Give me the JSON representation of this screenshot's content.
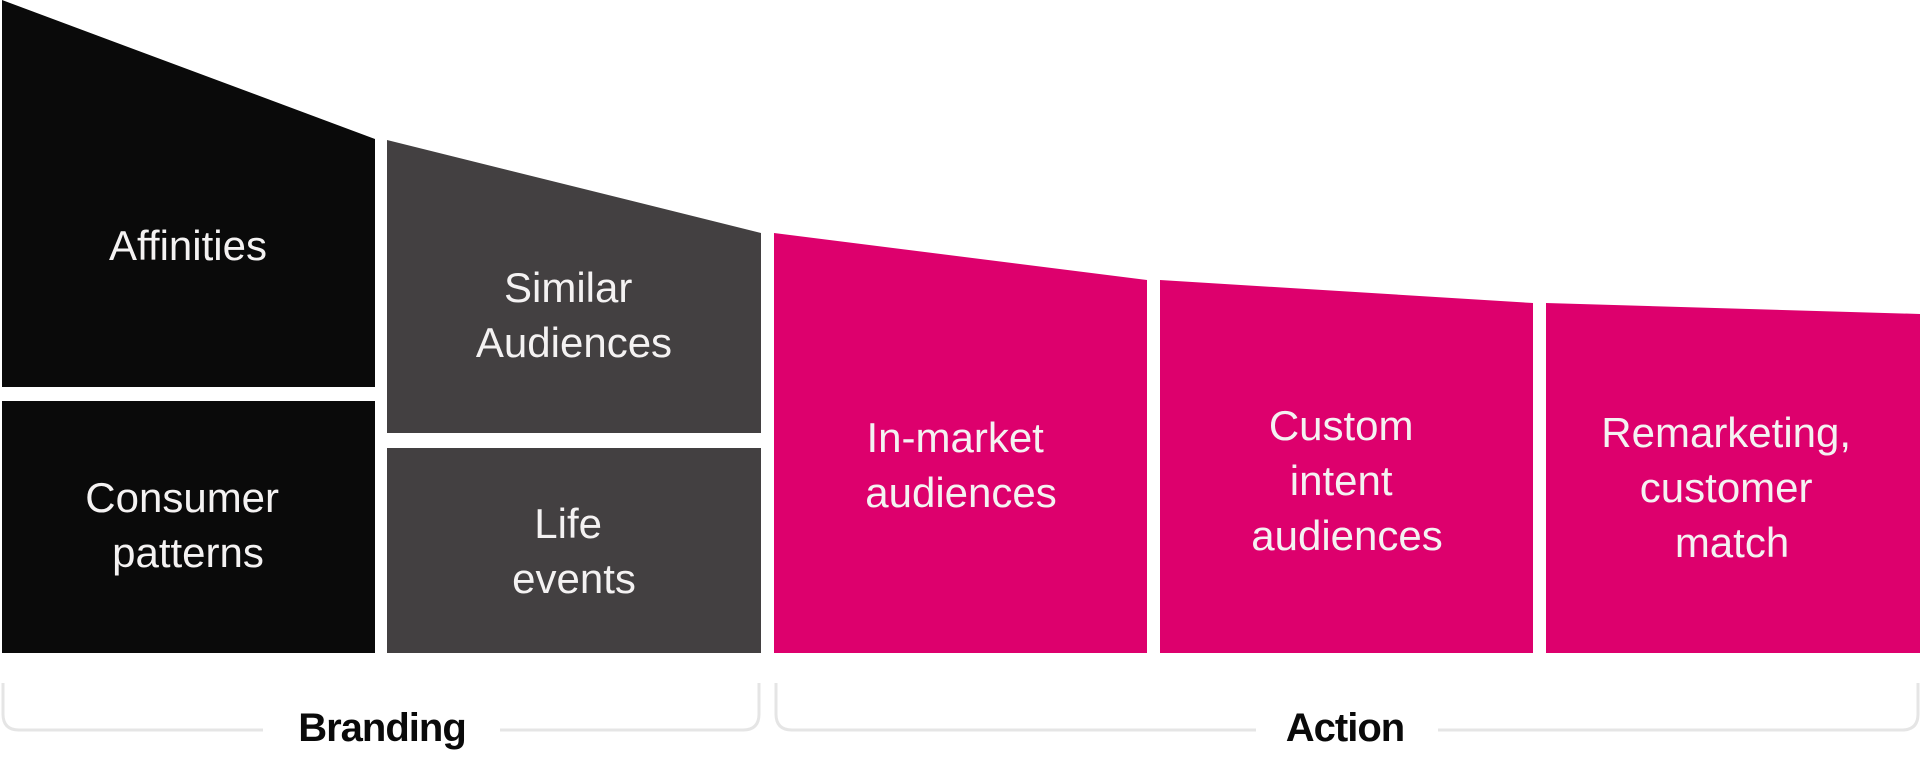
{
  "title": "Audience targeting spectrum",
  "colors": {
    "branding_primary": "#0a0a0a",
    "branding_secondary": "#434041",
    "action": "#dd006d",
    "bracket": "#e5e5e5",
    "segment_text": "#f4f2f2",
    "group_text": "#0a0a0a"
  },
  "segments": [
    {
      "id": "affinities",
      "group": "branding",
      "lines": [
        "Affinities"
      ]
    },
    {
      "id": "consumer-patterns",
      "group": "branding",
      "lines": [
        "Consumer",
        "patterns"
      ]
    },
    {
      "id": "similar-audiences",
      "group": "branding",
      "lines": [
        "Similar",
        "Audiences"
      ]
    },
    {
      "id": "life-events",
      "group": "branding",
      "lines": [
        "Life",
        "events"
      ]
    },
    {
      "id": "in-market-audiences",
      "group": "action",
      "lines": [
        "In-market",
        "audiences"
      ]
    },
    {
      "id": "custom-intent-audiences",
      "group": "action",
      "lines": [
        "Custom",
        "intent",
        "audiences"
      ]
    },
    {
      "id": "remarketing-customer-match",
      "group": "action",
      "lines": [
        "Remarketing,",
        "customer",
        "match"
      ]
    }
  ],
  "groups": {
    "branding": {
      "label": "Branding"
    },
    "action": {
      "label": "Action"
    }
  }
}
